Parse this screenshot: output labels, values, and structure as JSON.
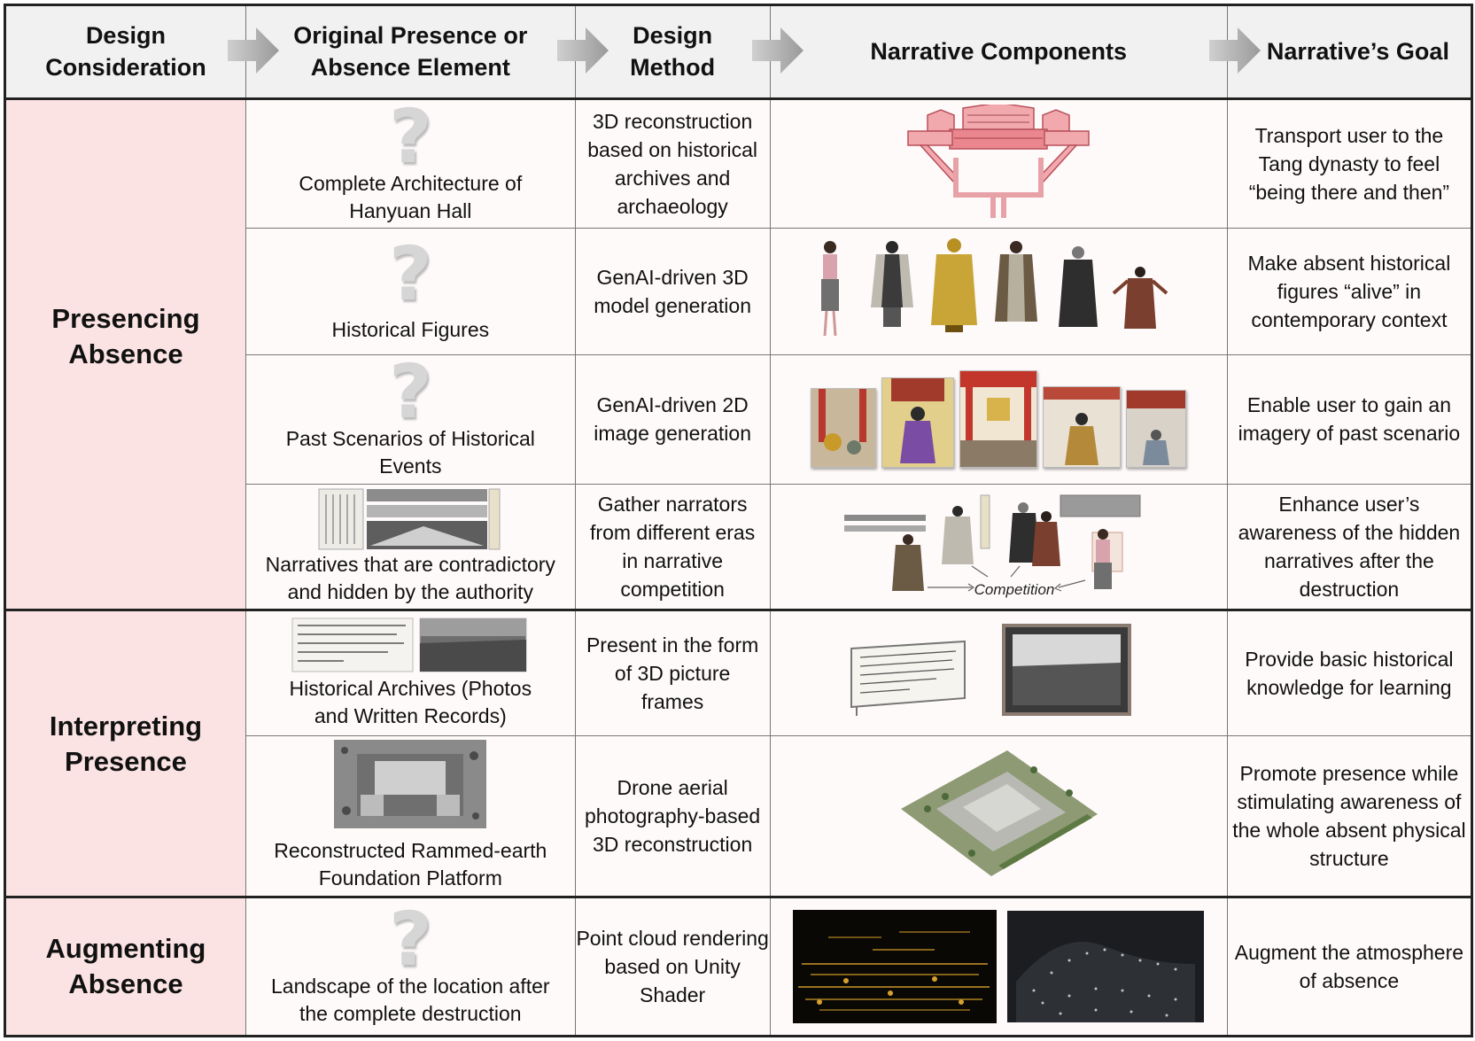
{
  "header": {
    "col1": "Design Consideration",
    "col2": "Original Presence or Absence Element",
    "col3": "Design Method",
    "col4": "Narrative Components",
    "col5": "Narrative’s Goal"
  },
  "groups": {
    "presencing": "Presencing Absence",
    "interpreting": "Interpreting Presence",
    "augmenting": "Augmenting Absence"
  },
  "rows": [
    {
      "element": "Complete Architecture of Hanyuan Hall",
      "method": "3D reconstruction based on historical archives and archaeology",
      "goal": "Transport user to the Tang dynasty to feel “being there and then”"
    },
    {
      "element": "Historical Figures",
      "method": "GenAI-driven 3D model generation",
      "goal": "Make absent historical figures “alive” in contemporary context"
    },
    {
      "element": "Past Scenarios of Historical Events",
      "method": "GenAI-driven 2D image generation",
      "goal": "Enable user to gain an imagery of past scenario"
    },
    {
      "element": "Narratives that are contradictory and hidden by the authority",
      "method": "Gather narrators from different eras in narrative competition",
      "goal": "Enhance user’s awareness of the hidden narratives after the destruction",
      "component_label": "Competition"
    },
    {
      "element": "Historical Archives (Photos and Written Records)",
      "method": "Present in the form of 3D picture frames",
      "goal": "Provide basic historical knowledge for learning"
    },
    {
      "element": "Reconstructed Rammed-earth Foundation Platform",
      "method": "Drone aerial photography-based 3D reconstruction",
      "goal": "Promote presence while stimulating awareness of the whole absent physical structure"
    },
    {
      "element": "Landscape of the location after the complete destruction",
      "method": "Point cloud rendering based on Unity Shader",
      "goal": "Augment the atmosphere of absence"
    }
  ],
  "icons": {
    "unknown": "question-mark-icon",
    "step": "chevron-arrow-icon"
  },
  "colors": {
    "group_fill": "#fbe3e3",
    "header_fill": "#f1f1f1",
    "hall_red": "#e9868e",
    "question_gray": "#d6d6d6"
  }
}
